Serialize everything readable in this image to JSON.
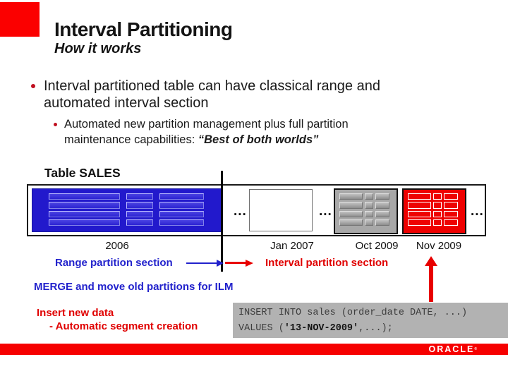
{
  "slide": {
    "title": "Interval Partitioning",
    "subtitle": "How it works"
  },
  "bullets": {
    "main_line1": "Interval partitioned table can have classical range and",
    "main_line2": "automated interval section",
    "sub_line1": "Automated new partition management plus full partition",
    "sub_line2_normal": "maintenance capabilities: ",
    "sub_line2_bold": "“Best of both worlds”"
  },
  "diagram": {
    "table_label": "Table SALES",
    "ellipsis": "...",
    "dates": [
      "2006",
      "Jan 2007",
      "Oct 2009",
      "Nov 2009"
    ],
    "range_label": "Range partition section",
    "interval_label": "Interval partition section",
    "merge_label": "MERGE and move old partitions for ILM",
    "insert_line1": "Insert new data",
    "insert_line2": "- Automatic segment creation",
    "colors": {
      "blue_partition": "#2219cc",
      "gray_partition": "#a8a8a8",
      "red_partition": "#ee0000",
      "blue_text": "#2222cc",
      "red_text": "#e00000",
      "accent_red": "#fb0000"
    }
  },
  "code_box": {
    "line1": "INSERT INTO sales (order_date DATE, ...)",
    "line2_prefix": "VALUES (",
    "line2_bold": "'13-NOV-2009'",
    "line2_suffix": ",...);"
  },
  "footer": {
    "logo": "ORACLE",
    "registered_mark": "®"
  }
}
